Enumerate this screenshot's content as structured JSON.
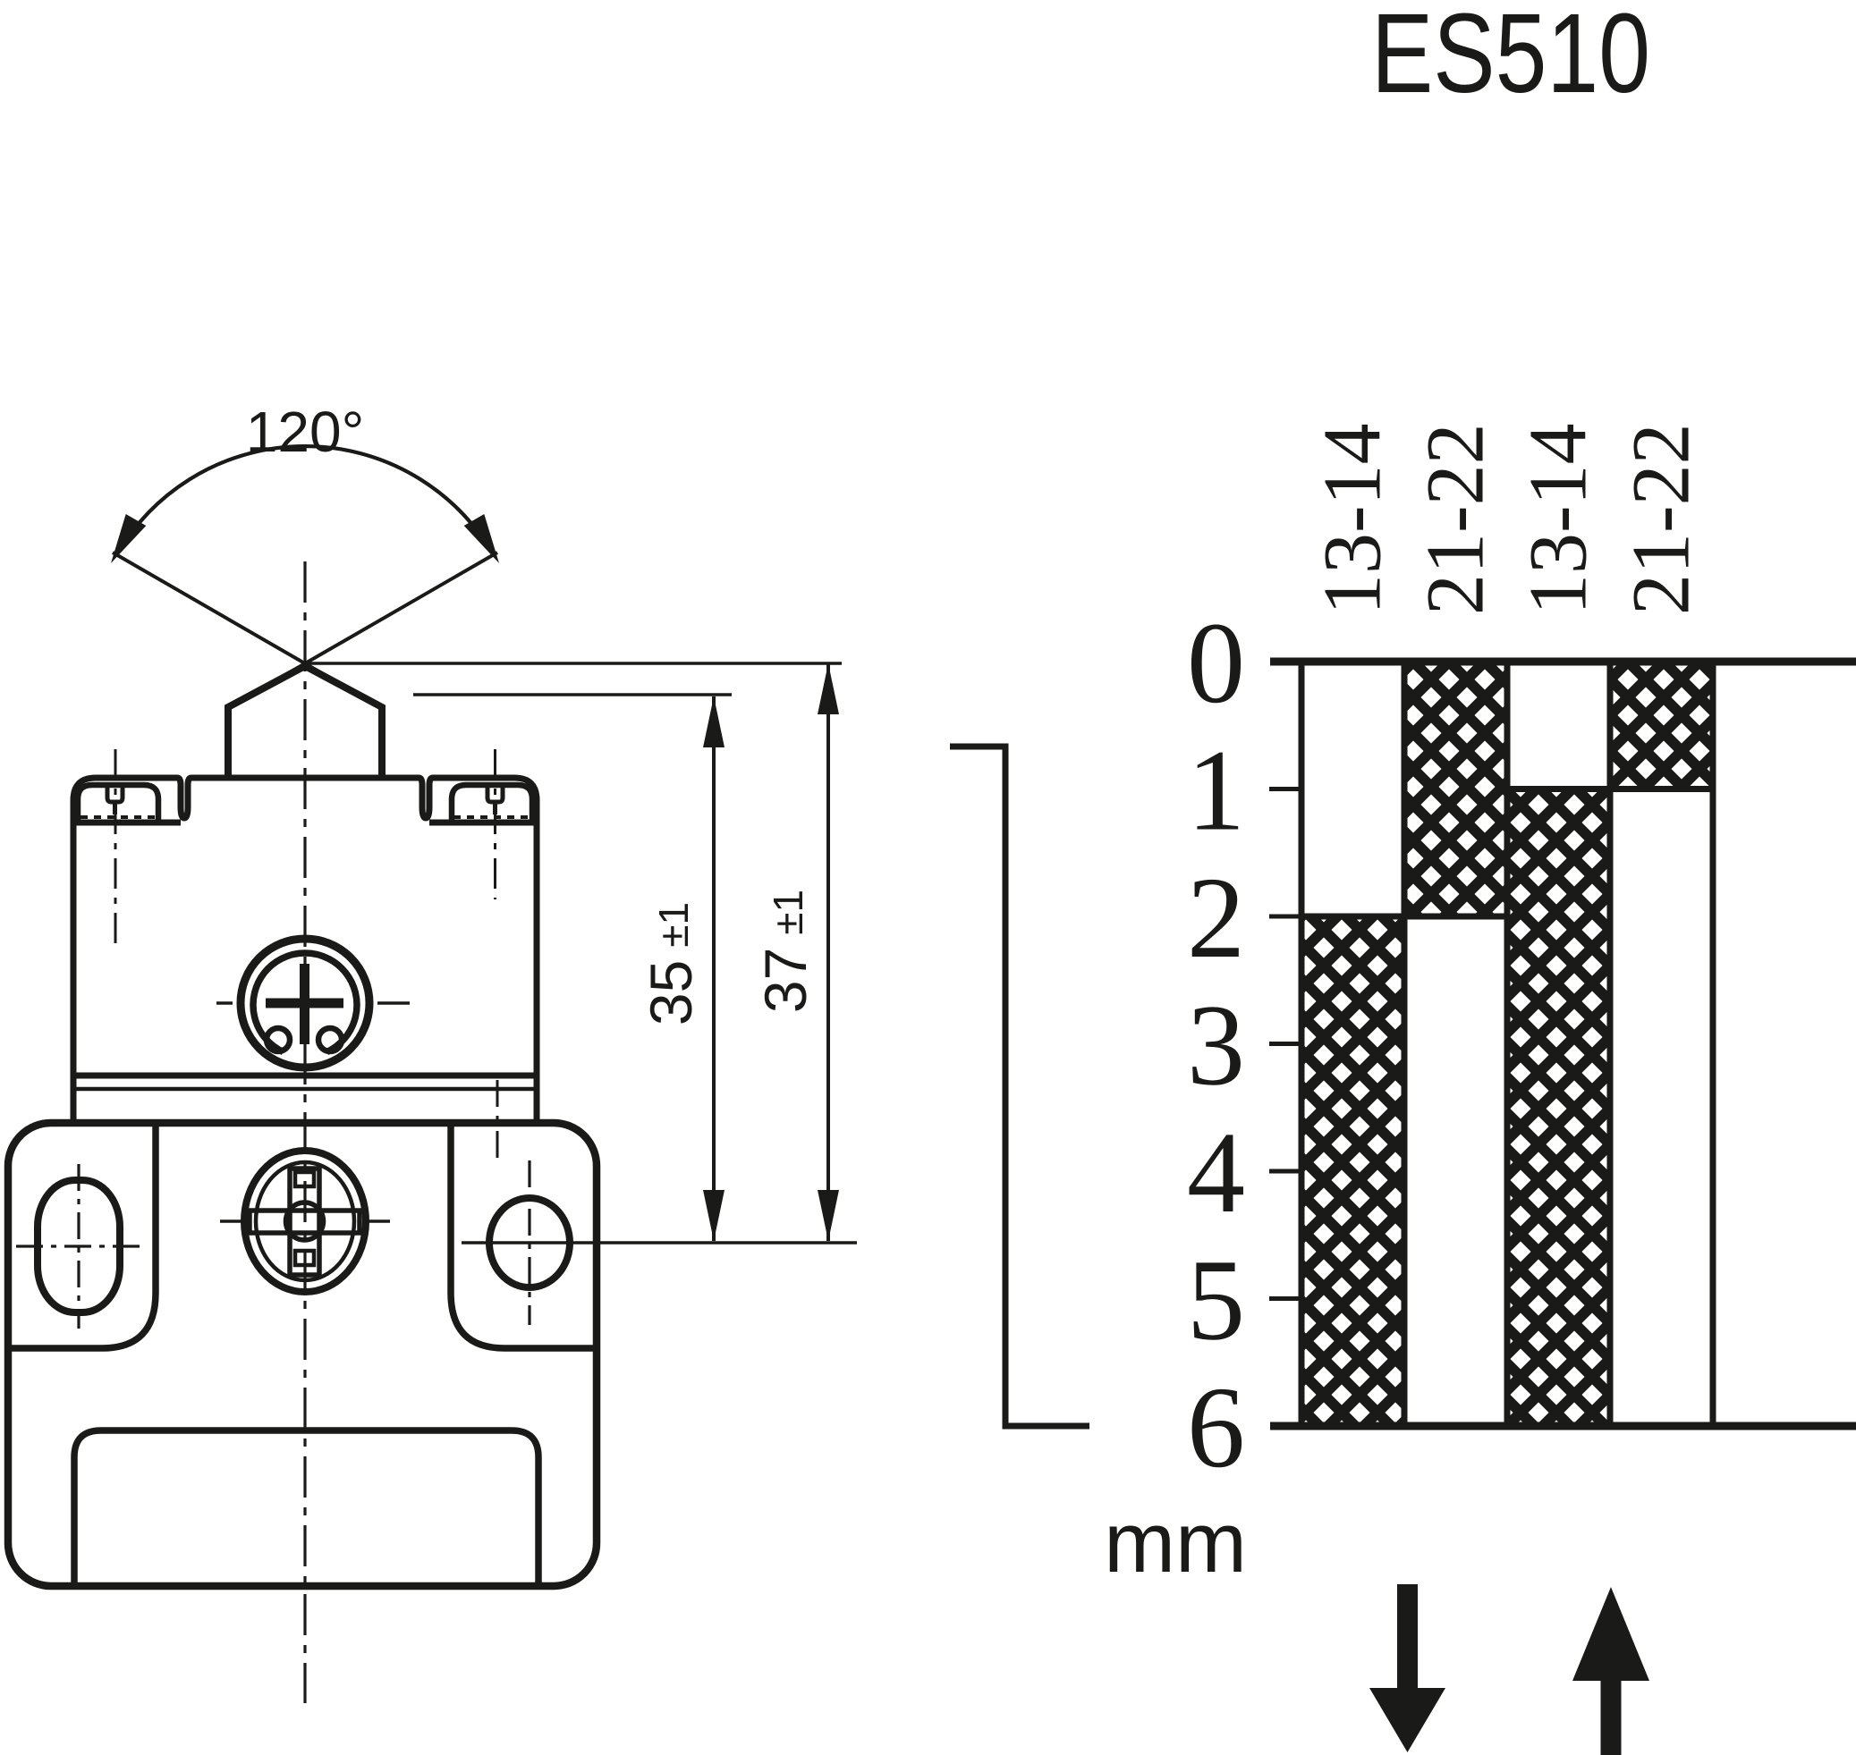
{
  "title": "ES510",
  "left_drawing": {
    "angle_label": "120°",
    "dim_35": {
      "value": "35",
      "tolerance": "±1"
    },
    "dim_37": {
      "value": "37",
      "tolerance": "±1"
    }
  },
  "travel_diagram": {
    "unit": "mm",
    "scale_mm": [
      0,
      1,
      2,
      3,
      4,
      5,
      6
    ],
    "columns": [
      {
        "label": "13-14",
        "closed_mm": [
          2,
          6
        ]
      },
      {
        "label": "21-22",
        "closed_mm": [
          0,
          2
        ]
      },
      {
        "label": "13-14",
        "closed_mm": [
          1,
          6
        ]
      },
      {
        "label": "21-22",
        "closed_mm": [
          0,
          1
        ]
      }
    ],
    "arrows": [
      {
        "direction": "down"
      },
      {
        "direction": "up"
      }
    ]
  }
}
